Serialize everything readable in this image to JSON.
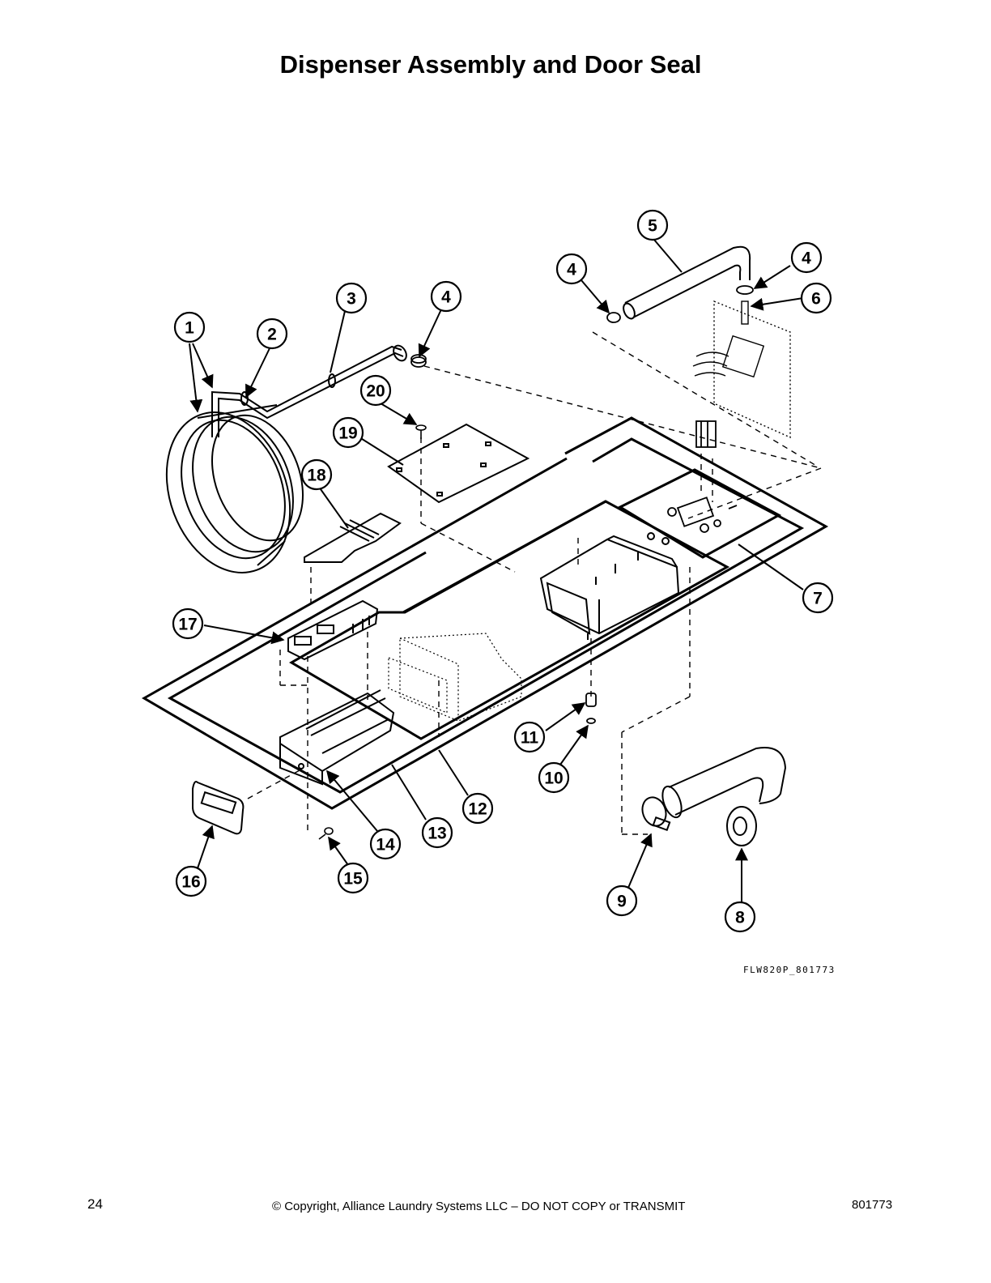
{
  "page": {
    "title": "Dispenser Assembly and Door Seal",
    "drawing_code": "FLW820P_801773",
    "page_number": "24",
    "copyright": "© Copyright, Alliance Laundry Systems LLC – DO NOT COPY or TRANSMIT",
    "document_number": "801773"
  },
  "callouts": [
    "1",
    "2",
    "3",
    "4",
    "4",
    "4",
    "5",
    "6",
    "7",
    "8",
    "9",
    "10",
    "11",
    "12",
    "13",
    "14",
    "15",
    "16",
    "17",
    "18",
    "19",
    "20"
  ]
}
